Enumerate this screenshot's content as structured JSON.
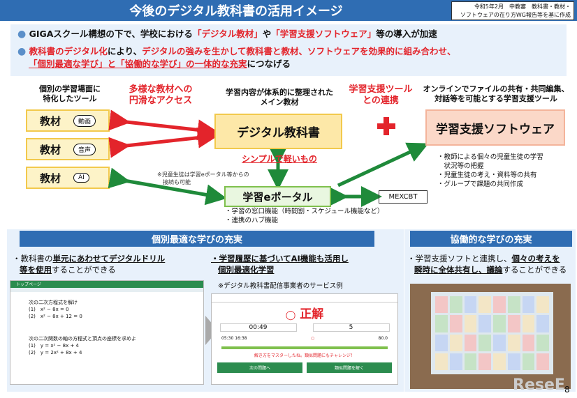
{
  "title": "今後のデジタル教科書の活用イメージ",
  "source": [
    "令和5年2月　中教審　教科書・教材・",
    "ソフトウェアの在り方WG報告等を基に作成"
  ],
  "intro": {
    "b1": {
      "t1": "GIGAスクール構想の下で、学校における",
      "t2": "「デジタル教材」",
      "t3": "や",
      "t4": "「学習支援ソフトウェア」",
      "t5": "等の導入が加速"
    },
    "b2": {
      "t1": "教科書のデジタル化",
      "t2": "により、",
      "t3": "デジタルの強みを生かして教科書と教材、ソフトウェアを効果的に組み合わせ、",
      "t4": "「個別最適な学び」と「協働的な学び」の一体的な充実",
      "t5": "につなげる"
    }
  },
  "diagram": {
    "left_head": [
      "個別の学習場面に",
      "特化したツール"
    ],
    "red1": [
      "多様な教材への",
      "円滑なアクセス"
    ],
    "center_head": [
      "学習内容が体系的に整理された",
      "メイン教材"
    ],
    "red2": [
      "学習支援ツール",
      "との連携"
    ],
    "right_head": [
      "オンラインでファイルの共有・共同編集、",
      "対話等を可能とする学習支援ツール"
    ],
    "mat_label": "教材",
    "mat_tags": [
      "動画",
      "音声",
      "AI"
    ],
    "digital": "デジタル教科書",
    "simple": "シンプルで軽いもの",
    "support": "学習支援ソフトウェア",
    "support_list": [
      "・教師による個々の児童生徒の学習",
      "　状況等の把握",
      "・児童生徒の考え・資料等の共有",
      "・グループで課題の共同作成"
    ],
    "note": [
      "※児童生徒は学習eポータル等からの",
      "　接続も可能"
    ],
    "portal": "学習eポータル",
    "mexcbt": "MEXCBT",
    "portal_list": [
      "・学習の窓口機能（時間割・スケジュール機能など）",
      "・連携のハブ機能"
    ]
  },
  "lower_left": {
    "bar": "個別最適な学びの充実",
    "c1": {
      "p1": "・教科書の",
      "p2": "単元にあわせてデジタルドリル",
      "p3": "等を使用",
      "p4": "することができる"
    },
    "c2": {
      "l1": "・学習履歴に基づいてAI機能も活用し",
      "l2": "個別最適化学習"
    },
    "c2note": "※デジタル教科書配信事業者のサービス例",
    "shot1": {
      "tab": "トップページ",
      "q1": "次の二次方程式を解け",
      "e1": "(1)　x² − 8x = 0",
      "e2": "(2)　x² − 8x + 12 = 0",
      "q2": "次の二次関数の軸の方程式と頂点の座標を求めよ",
      "e3": "(1)　y = x² − 8x + 4",
      "e4": "(2)　y = 2x² + 8x + 4"
    },
    "shot2": {
      "seikai": "正解",
      "t1": "00:49",
      "t2": "5",
      "row": "05:30 16:38",
      "ok": "80.0",
      "msg": "解き方をマスターしたね。類似問題にもチャレンジ！",
      "btn1": "次の問題へ",
      "btn2": "類似問題を解く"
    }
  },
  "lower_right": {
    "bar": "協働的な学びの充実",
    "p1": "・学習支援ソフトと連携し、",
    "p2": "個々の考えを",
    "p3": "瞬時に全体共有し、議論",
    "p4": "することができる"
  },
  "watermark": "ReseE",
  "page_no": "8",
  "colors": {
    "blue": "#2f6db3",
    "red": "#e3242b",
    "green": "#1f8a3a",
    "yellow": "#fdf3c8",
    "orange": "#fbd8c8"
  }
}
